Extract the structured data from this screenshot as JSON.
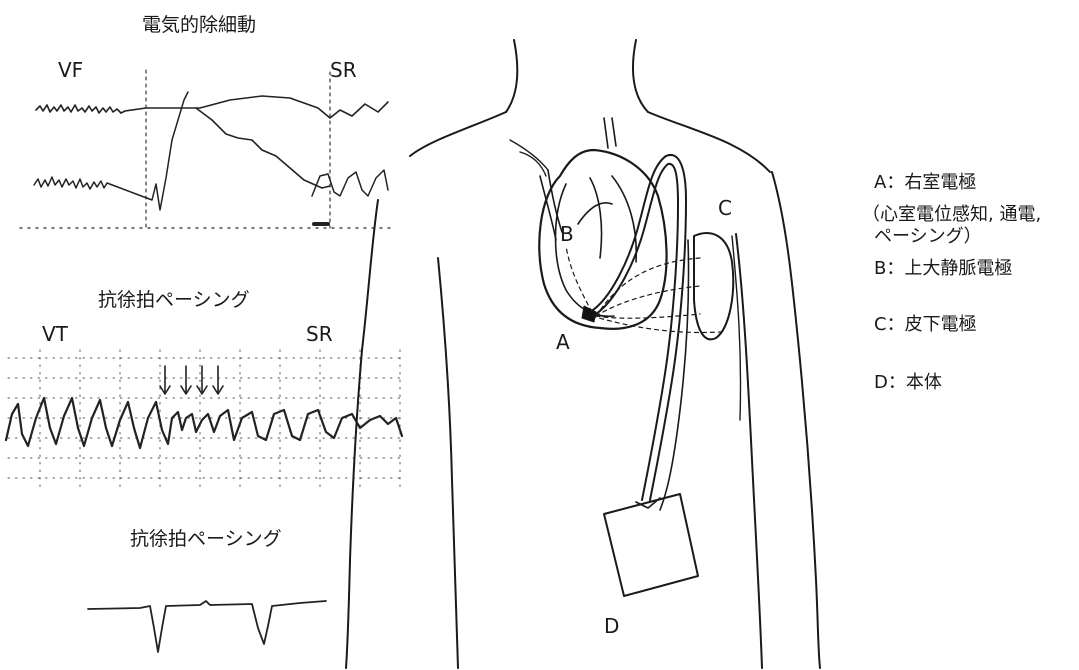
{
  "ecg": {
    "panel1": {
      "title": "電気的除細動",
      "left_label": "VF",
      "right_label": "SR"
    },
    "panel2": {
      "title": "抗徐拍ペーシング",
      "left_label": "VT",
      "right_label": "SR"
    },
    "panel3": {
      "title": "抗徐拍ペーシング"
    }
  },
  "figure": {
    "label_a": "A",
    "label_b": "B",
    "label_c": "C",
    "label_d": "D"
  },
  "legend": {
    "a_line1": "A：右室電極",
    "a_line2": "（心室電位感知, 通電,",
    "a_line3": "ペーシング）",
    "b": "B：上大静脈電極",
    "c": "C：皮下電極",
    "d": "D：本体"
  }
}
